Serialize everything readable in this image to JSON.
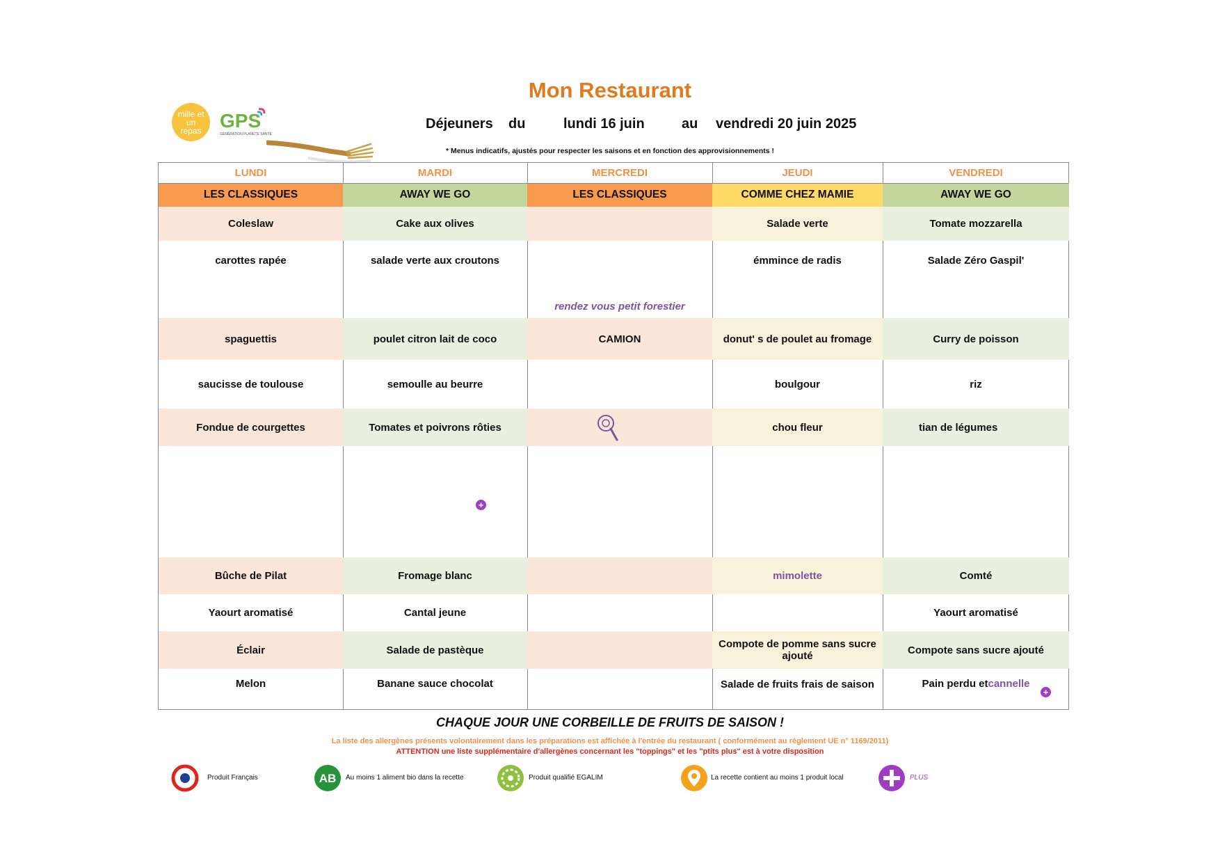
{
  "header": {
    "title": "Mon Restaurant",
    "meal": "Déjeuners",
    "from_word": "du",
    "start_date": "lundi 16 juin",
    "to_word": "au",
    "end_date": "vendredi 20 juin 2025",
    "disclaimer": "* Menus indicatifs, ajustés pour respecter les saisons et en fonction des approvisionnements !"
  },
  "logos": {
    "mille_repas": "mille et un repas",
    "gps": "GPS",
    "gps_tagline": "GÉNÉRATION PLANÈTE SANTÉ"
  },
  "colors": {
    "title": "#e07a1f",
    "dayname": "#f0924a",
    "classiques_header": "#f79a4e",
    "classiques_row": "#fbe6da",
    "away_header": "#c3d69b",
    "away_row": "#eaf0e0",
    "mamie_header": "#ffd966",
    "mamie_row": "#f8f2da",
    "purple": "#7c55a0",
    "plus": "#a03bc4"
  },
  "days": [
    {
      "name": "LUNDI",
      "category": "LES CLASSIQUES",
      "items": [
        "Coleslaw",
        "carottes rapée",
        "",
        "spaguettis",
        "saucisse de toulouse",
        "Fondue de courgettes",
        "",
        "Bûche de Pilat",
        "Yaourt aromatisé",
        "Éclair",
        "Melon"
      ]
    },
    {
      "name": "MARDI",
      "category": "AWAY WE GO",
      "items": [
        "Cake aux olives",
        "salade verte aux croutons",
        "",
        "poulet citron  lait de coco",
        "semoulle au beurre",
        "Tomates et poivrons rôties",
        "",
        "Fromage blanc",
        "Cantal jeune",
        "Salade de pastèque",
        "Banane sauce chocolat"
      ]
    },
    {
      "name": "MERCREDI",
      "category": "LES CLASSIQUES",
      "items": [
        "",
        "",
        "rendez vous petit forestier",
        "CAMION",
        "",
        "",
        "",
        "",
        "",
        "",
        ""
      ]
    },
    {
      "name": "JEUDI",
      "category": "COMME CHEZ MAMIE",
      "items": [
        "Salade verte",
        "émmince de radis",
        "",
        "donut' s de poulet au fromage",
        "boulgour",
        "chou fleur",
        "",
        "mimolette",
        "",
        "Compote de pomme sans sucre ajouté",
        "Salade de fruits frais de saison"
      ]
    },
    {
      "name": "VENDREDI",
      "category": "AWAY WE GO",
      "items": [
        "Tomate mozzarella",
        "Salade Zéro Gaspil'",
        "",
        "Curry de poisson",
        "riz",
        "tian de légumes",
        "",
        "Comté",
        "Yaourt aromatisé",
        "Compote sans sucre ajouté",
        "Pain perdu et "
      ],
      "pain_perdu_extra": "cannelle"
    }
  ],
  "footer": {
    "fruits": "CHAQUE JOUR UNE CORBEILLE DE FRUITS DE SAISON !",
    "allergen_note": "La liste des allergènes présents volontairement dans les préparations est affichée à l'entrée du restaurant ( conformément au règlement UE n° 1169/2011)",
    "allergen_warning": "ATTENTION une liste supplémentaire d'allergènes concernant les \"toppings\" et les \"ptits plus\" est à votre disposition"
  },
  "legend": [
    {
      "icon": "french-product-icon",
      "label": "Produit Français"
    },
    {
      "icon": "organic-ab-icon",
      "label": "Au moins 1 aliment bio dans la recette"
    },
    {
      "icon": "egalim-icon",
      "label": "Produit qualifié EGALIM"
    },
    {
      "icon": "local-product-icon",
      "label": "La recette contient au moins 1 produit local"
    },
    {
      "icon": "plus-icon",
      "label": "PLUS"
    }
  ]
}
